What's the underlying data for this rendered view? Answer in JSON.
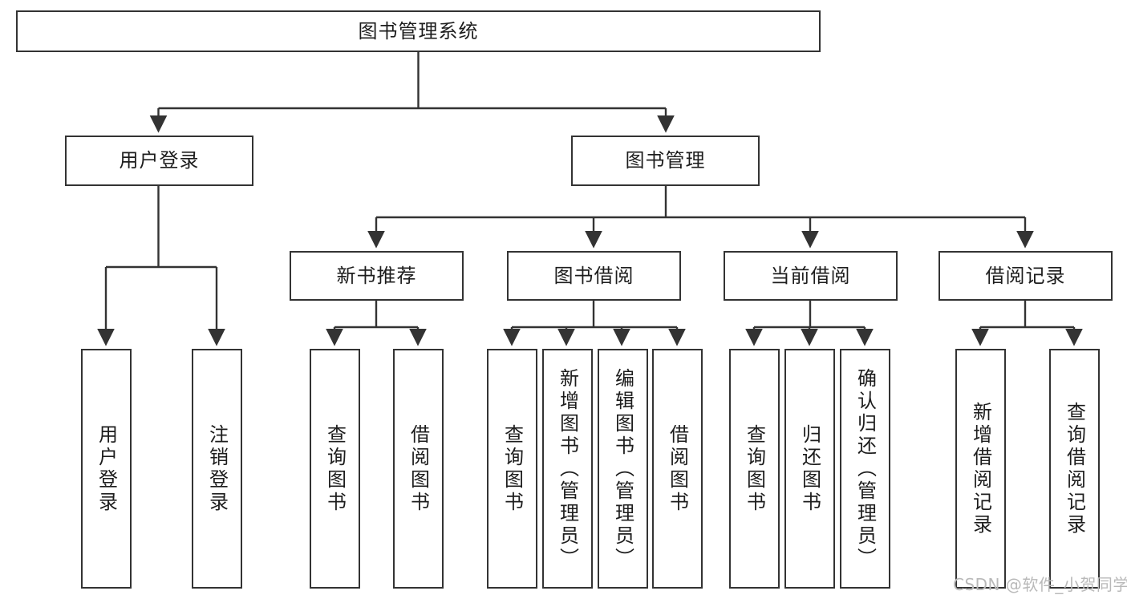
{
  "diagram": {
    "title_node": {
      "label": "图书管理系统"
    },
    "level2": [
      {
        "label": "用户登录"
      },
      {
        "label": "图书管理"
      }
    ],
    "level3": [
      {
        "label": "新书推荐"
      },
      {
        "label": "图书借阅"
      },
      {
        "label": "当前借阅"
      },
      {
        "label": "借阅记录"
      }
    ],
    "leaves": {
      "user_login": [
        {
          "label": "用户登录"
        },
        {
          "label": "注销登录"
        }
      ],
      "new_book_recommend": [
        {
          "label": "查询图书"
        },
        {
          "label": "借阅图书"
        }
      ],
      "book_borrow": [
        {
          "label": "查询图书"
        },
        {
          "label": "新增图书（管理员）"
        },
        {
          "label": "编辑图书（管理员）"
        },
        {
          "label": "借阅图书"
        }
      ],
      "current_borrow": [
        {
          "label": "查询图书"
        },
        {
          "label": "归还图书"
        },
        {
          "label": "确认归还（管理员）"
        }
      ],
      "borrow_record": [
        {
          "label": "新增借阅记录"
        },
        {
          "label": "查询借阅记录"
        }
      ]
    },
    "watermark": {
      "text": "CSDN @软件_小贺同学"
    },
    "colors": {
      "stroke": "#333333",
      "fill": "#ffffff",
      "text": "#1d1d1d",
      "watermark": "#b9b9b9"
    }
  }
}
